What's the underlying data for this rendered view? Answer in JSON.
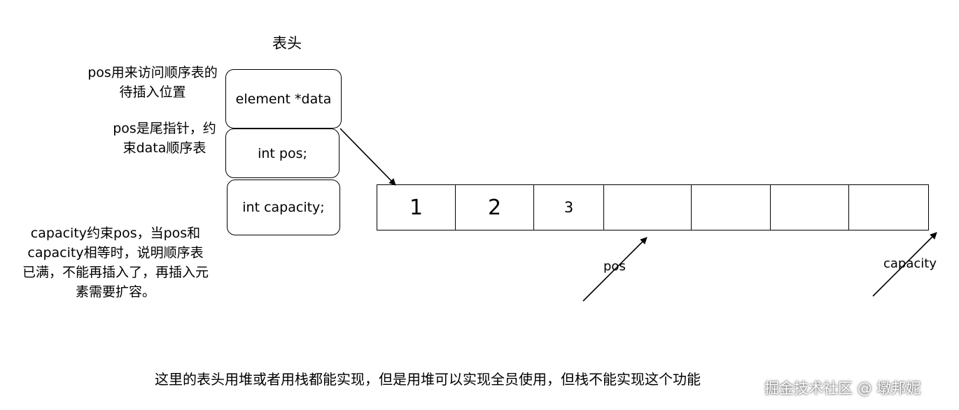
{
  "header_label": "表头",
  "notes": {
    "pos_usage": "pos用来访问顺序表的待插入位置",
    "pos_tail": "pos是尾指针，约束data顺序表",
    "capacity_rule": "capacity约束pos，当pos和capacity相等时，说明顺序表已满，不能再插入了，再插入元素需要扩容。"
  },
  "struct_fields": [
    {
      "label": "element *data"
    },
    {
      "label": "int pos;"
    },
    {
      "label": "int capacity;"
    }
  ],
  "array_cells": [
    {
      "value": "1"
    },
    {
      "value": "2"
    },
    {
      "value": "3"
    },
    {
      "value": ""
    },
    {
      "value": ""
    },
    {
      "value": ""
    },
    {
      "value": ""
    }
  ],
  "pointer_labels": {
    "pos": "pos",
    "capacity": "capacity"
  },
  "footer_text": "这里的表头用堆或者用栈都能实现，但是用堆可以实现全员使用，但栈不能实现这个功能",
  "watermark": "掘金技术社区 @ 墩邦妮"
}
